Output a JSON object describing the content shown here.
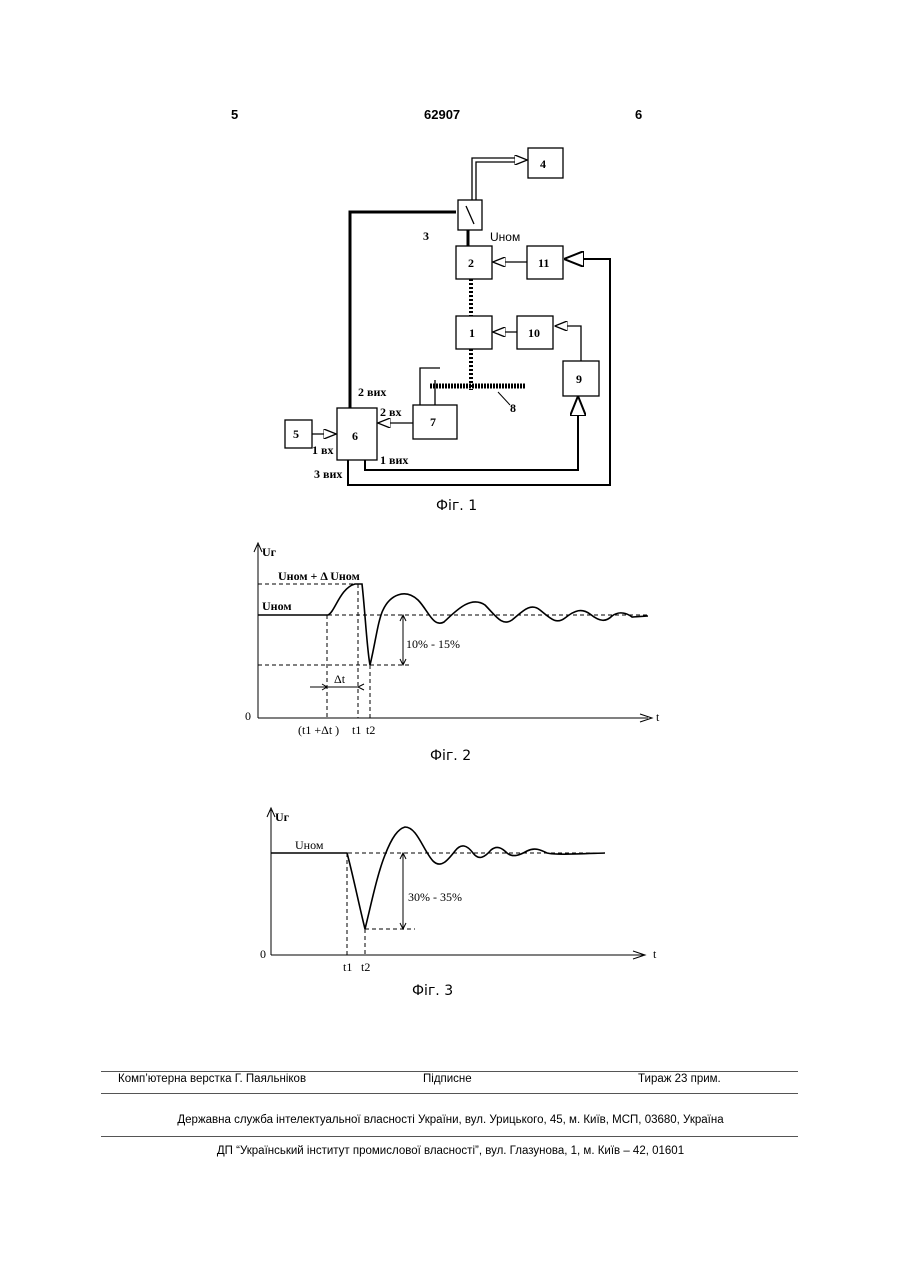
{
  "header": {
    "page_left": "5",
    "patent_number": "62907",
    "page_right": "6"
  },
  "fig1": {
    "caption": "Фіг. 1",
    "blocks": [
      "1",
      "2",
      "3",
      "4",
      "5",
      "6",
      "7",
      "8",
      "9",
      "10",
      "11"
    ],
    "label_u_nom": "Uном",
    "port_2_out": "2 вих",
    "port_2_in": "2 вх",
    "port_1_in": "1 вх",
    "port_1_out": "1 вих",
    "port_3_out": "3 вих"
  },
  "fig2": {
    "caption": "Фіг. 2",
    "y_axis_label": "Uг",
    "x_axis_label": "t",
    "origin": "0",
    "level_high": "Uном + Δ Uном",
    "level_nominal": "Uном",
    "dip_label": "10% - 15%",
    "delta_t": "Δt",
    "tick_t1_dt": "(t1 +Δt )",
    "tick_t1": "t1",
    "tick_t2": "t2"
  },
  "fig3": {
    "caption": "Фіг. 3",
    "y_axis_label": "Uг",
    "x_axis_label": "t",
    "origin": "0",
    "level_nominal": "Uном",
    "dip_label": "30% - 35%",
    "tick_t1": "t1",
    "tick_t2": "t2"
  },
  "footer": {
    "layout_credit": "Комп’ютерна верстка Г. Паяльніков",
    "signature": "Підписне",
    "circulation": "Тираж 23 прим.",
    "agency": "Державна служба інтелектуальної власності України, вул. Урицького, 45, м. Київ, МСП, 03680, Україна",
    "institute": "ДП “Український інститут промислової власності”, вул. Глазунова, 1, м. Київ – 42, 01601"
  }
}
